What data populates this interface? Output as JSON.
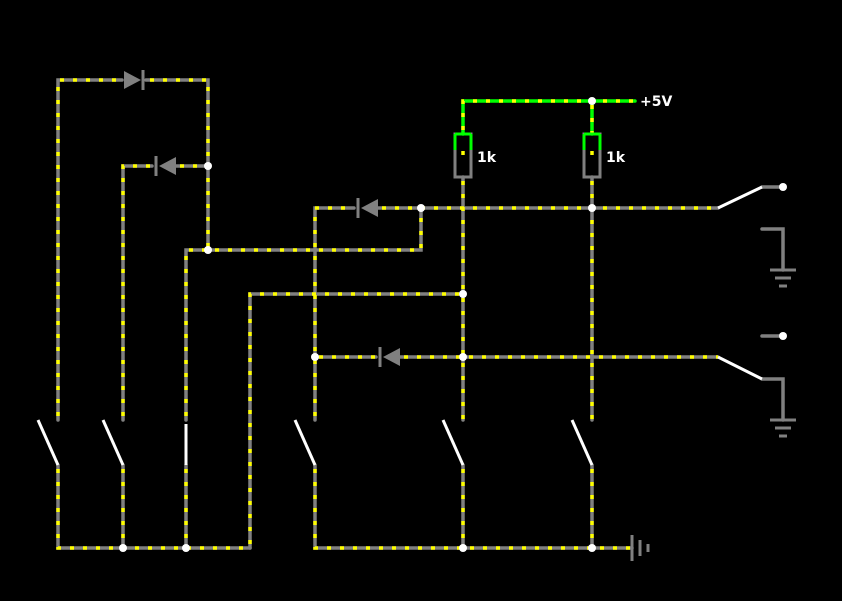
{
  "labels": {
    "supply": "+5V",
    "r1": "1k",
    "r2": "1k"
  },
  "colors": {
    "background": "#000000",
    "wire": "#808080",
    "current": "#ffff00",
    "high": "#00ff00",
    "node": "#ffffff"
  }
}
